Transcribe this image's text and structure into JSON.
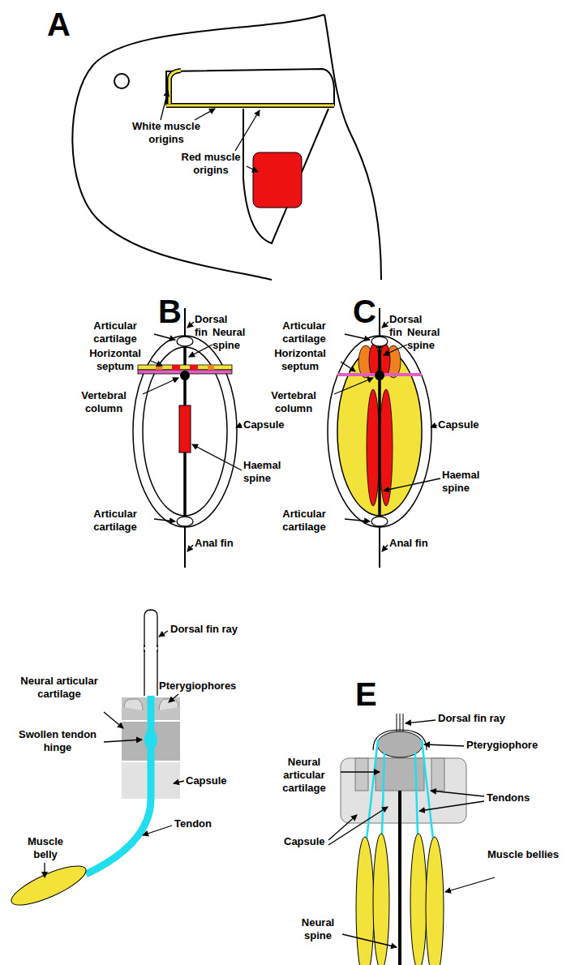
{
  "diagram": {
    "labels": [
      "A",
      "White muscle origins",
      "Red muscle origins",
      "B",
      "Dorsal fin",
      "Articular cartilage",
      "Horizontal septum",
      "Neural spine",
      "Vertebral column",
      "Capsule",
      "Haemal spine",
      "Articular cartilage",
      "Anal fin",
      "C",
      "Dorsal fin",
      "Articular cartilage",
      "Horizontal septum",
      "Neural spine",
      "Vertebral column",
      "Capsule",
      "Haemal spine",
      "Articular cartilage",
      "Anal fin",
      "Dorsal fin ray",
      "Neural articular cartilage",
      "Pterygiophores",
      "Swollen tendon hinge",
      "Capsule",
      "Muscle belly",
      "Tendon",
      "E",
      "Dorsal fin ray",
      "Pterygiophore",
      "Neural articular cartilage",
      "Tendons",
      "Capsule",
      "Muscle bellies",
      "Neural spine"
    ]
  }
}
